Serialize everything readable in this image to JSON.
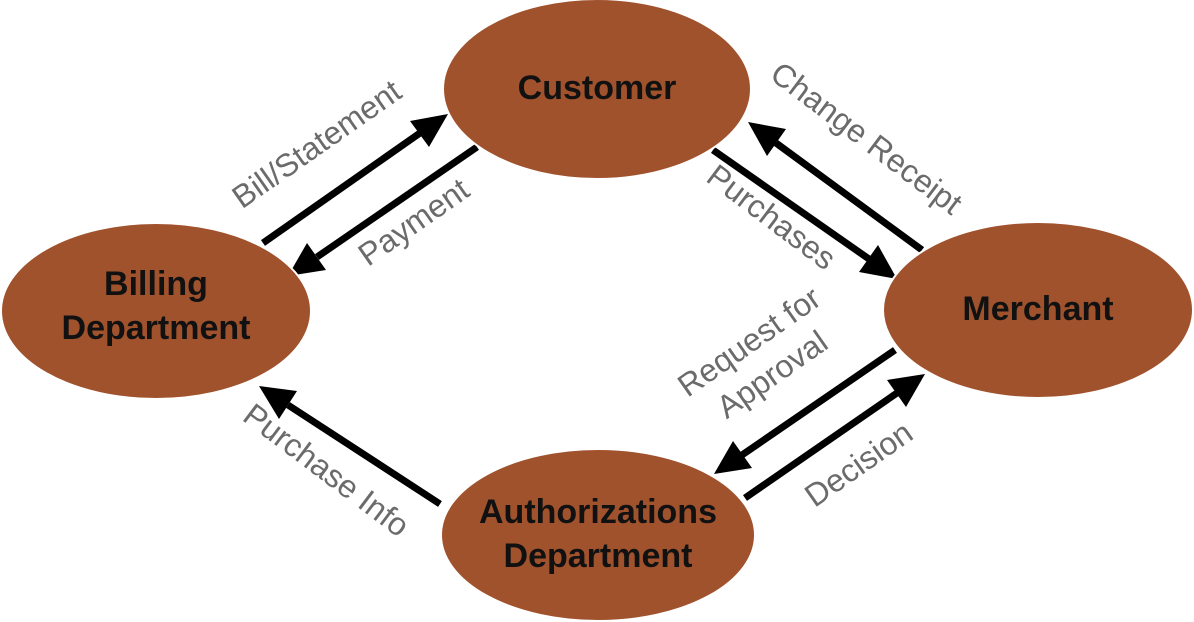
{
  "diagram": {
    "nodes": {
      "customer": {
        "label": "Customer"
      },
      "billing": {
        "line1": "Billing",
        "line2": "Department"
      },
      "merchant": {
        "label": "Merchant"
      },
      "authorizations": {
        "line1": "Authorizations",
        "line2": "Department"
      }
    },
    "edges": {
      "bill_statement": {
        "label": "Bill/Statement"
      },
      "payment": {
        "label": "Payment"
      },
      "change_receipt": {
        "label": "Change Receipt"
      },
      "purchases": {
        "label": "Purchases"
      },
      "request_for_approval": {
        "line1": "Request for",
        "line2": "Approval"
      },
      "decision": {
        "label": "Decision"
      },
      "purchase_info": {
        "label": "Purchase Info"
      }
    }
  },
  "colors": {
    "node_fill": "#a0522d",
    "node_text": "#111111",
    "edge_label": "#6b6b6b",
    "arrow": "#000000"
  }
}
